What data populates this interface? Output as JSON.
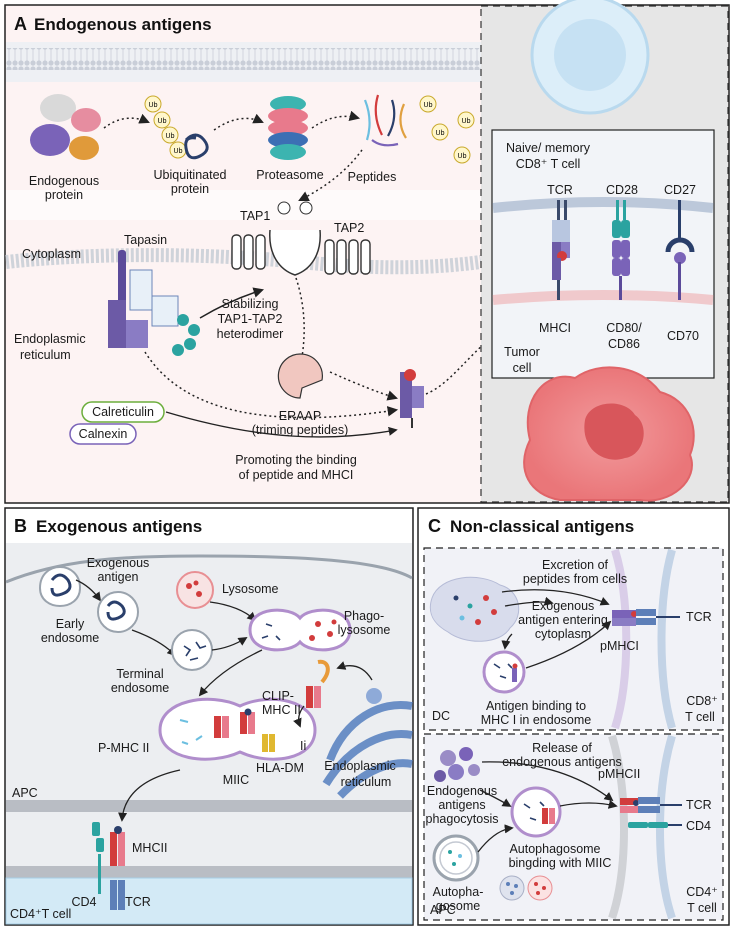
{
  "panel_a": {
    "letter": "A",
    "title": "Endogenous antigens",
    "endogenous_protein": [
      "Endogenous",
      "protein"
    ],
    "ubiquitinated_protein": [
      "Ubiquitinated",
      "protein"
    ],
    "proteasome": "Proteasome",
    "peptides": "Peptides",
    "ub": "Ub",
    "tap1": "TAP1",
    "tap2": "TAP2",
    "tapasin": "Tapasin",
    "cytoplasm": "Cytoplasm",
    "er": [
      "Endoplasmic",
      "reticulum"
    ],
    "stabilizing": [
      "Stabilizing",
      "TAP1-TAP2",
      "heterodimer"
    ],
    "erap": [
      "ERAAP",
      "(triming peptides)"
    ],
    "calreticulin": "Calreticulin",
    "calnexin": "Calnexin",
    "promoting": [
      "Promoting the binding",
      "of peptide and  MHCI"
    ],
    "tcell": [
      "Naive/ memory",
      "CD8⁺ T cell"
    ],
    "tcr": "TCR",
    "cd28": "CD28",
    "cd27": "CD27",
    "mhci": "MHCI",
    "cd80": [
      "CD80/",
      "CD86"
    ],
    "cd70": "CD70",
    "tumor": [
      "Tumor",
      "cell"
    ]
  },
  "panel_b": {
    "letter": "B",
    "title": "Exogenous antigens",
    "exogenous_antigen": [
      "Exogenous",
      "antigen"
    ],
    "early_endosome": [
      "Early",
      "endosome"
    ],
    "lysosome": "Lysosome",
    "phagolysosome": [
      "Phago-",
      "lysosome"
    ],
    "terminal_endosome": [
      "Terminal",
      "endosome"
    ],
    "clip": [
      "CLIP-",
      "MHC II"
    ],
    "ii": "Ii",
    "pmhc": "P-MHC II",
    "hladm": "HLA-DM",
    "miic": "MIIC",
    "er": [
      "Endoplasmic",
      "reticulum"
    ],
    "apc": "APC",
    "mhcii": "MHCII",
    "cd4": "CD4",
    "tcr": "TCR",
    "cd4tcell": "CD4⁺T cell"
  },
  "panel_c": {
    "letter": "C",
    "title": "Non-classical antigens",
    "excretion": [
      "Excretion of",
      "peptides from cells"
    ],
    "exo_entering": [
      "Exogenous",
      "antigen entering",
      "cytoplasm"
    ],
    "pmhci": "pMHCI",
    "tcr": "TCR",
    "antigen_binding": [
      "Antigen binding to",
      "MHC I in endosome"
    ],
    "dc": "DC",
    "cd8tcell": [
      "CD8⁺",
      "T cell"
    ],
    "release": [
      "Release of",
      "endogenous antigens"
    ],
    "pmhcii": "pMHCII",
    "endo_phago": [
      "Endogenous",
      "antigens",
      "phagocytosis"
    ],
    "cd4": "CD4",
    "autophagosome": [
      "Autopha-",
      "gosome"
    ],
    "autophago_binding": [
      "Autophagosome",
      "bingding with MIIC"
    ],
    "apc": "APC",
    "cd4tcell": [
      "CD4⁺",
      "T cell"
    ]
  },
  "colors": {
    "cytoplasm_a": "#fcefef",
    "tcell_panel": "#e6e6e6",
    "tumor": "#ec7d80",
    "membrane": "#bcc8da",
    "mhc_purple": "#6c5aa6",
    "tcr_blue": "#5d7fb8",
    "teal": "#2ba3a0",
    "red": "#d23c3c"
  }
}
